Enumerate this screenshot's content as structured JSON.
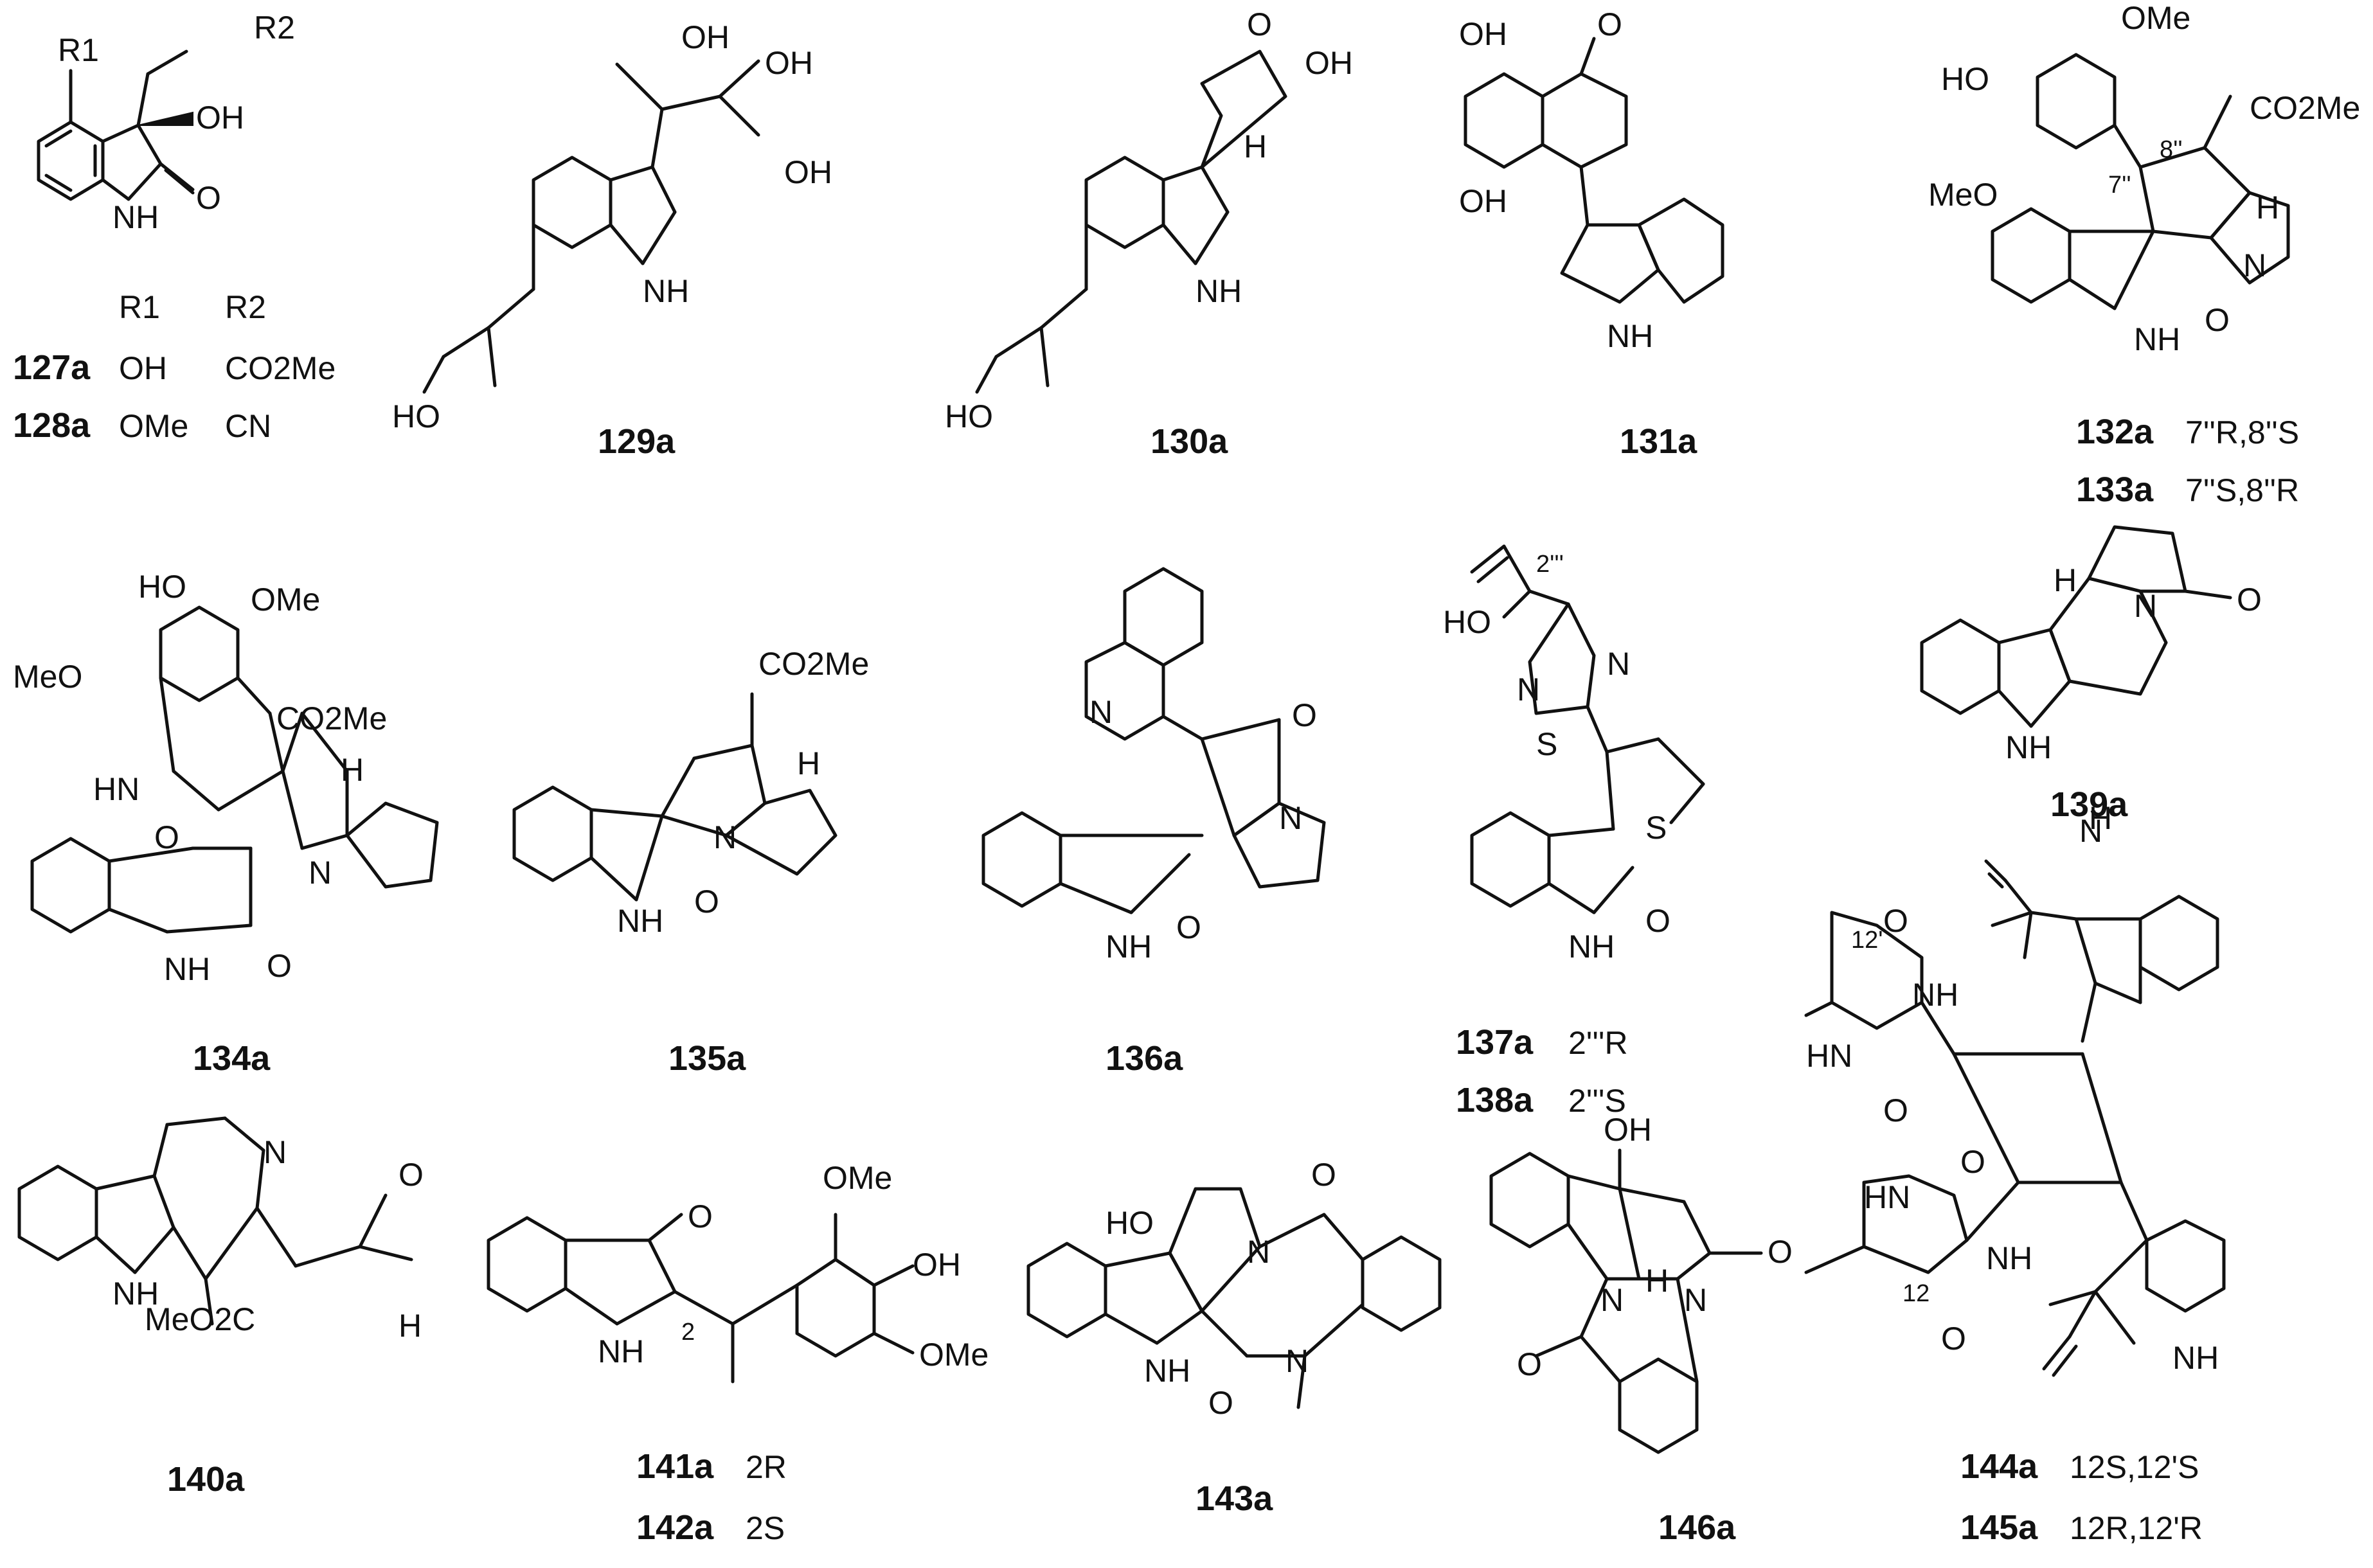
{
  "compounds": [
    {
      "id": "127a",
      "r1": "OH",
      "r2": "CO2Me"
    },
    {
      "id": "128a",
      "r1": "OMe",
      "r2": "CN"
    },
    {
      "id": "129a"
    },
    {
      "id": "130a"
    },
    {
      "id": "131a"
    },
    {
      "id": "132a",
      "config": "7''R,8''S"
    },
    {
      "id": "133a",
      "config": "7''S,8''R"
    },
    {
      "id": "134a"
    },
    {
      "id": "135a"
    },
    {
      "id": "136a"
    },
    {
      "id": "137a",
      "config": "2'''R"
    },
    {
      "id": "138a",
      "config": "2'''S"
    },
    {
      "id": "139a"
    },
    {
      "id": "140a"
    },
    {
      "id": "141a",
      "config": "2R"
    },
    {
      "id": "142a",
      "config": "2S"
    },
    {
      "id": "143a"
    },
    {
      "id": "144a",
      "config": "12S,12'S"
    },
    {
      "id": "145a",
      "config": "12R,12'R"
    },
    {
      "id": "146a"
    }
  ],
  "table_headers": {
    "r1": "R1",
    "r2": "R2"
  },
  "atoms": {
    "oh": "OH",
    "o": "O",
    "n": "N",
    "nh": "NH",
    "hn": "HN",
    "h": "H",
    "s": "S",
    "ome": "OMe",
    "meo": "MeO",
    "co2me": "CO2Me",
    "meo2c": "MeO2C",
    "ho": "HO",
    "r1": "R1",
    "r2": "R2",
    "oh_cap": "OH"
  },
  "locants": {
    "l7": "7''",
    "l8": "8''",
    "l2t": "2'''",
    "l2": "2",
    "l12": "12",
    "l12p": "12'"
  }
}
